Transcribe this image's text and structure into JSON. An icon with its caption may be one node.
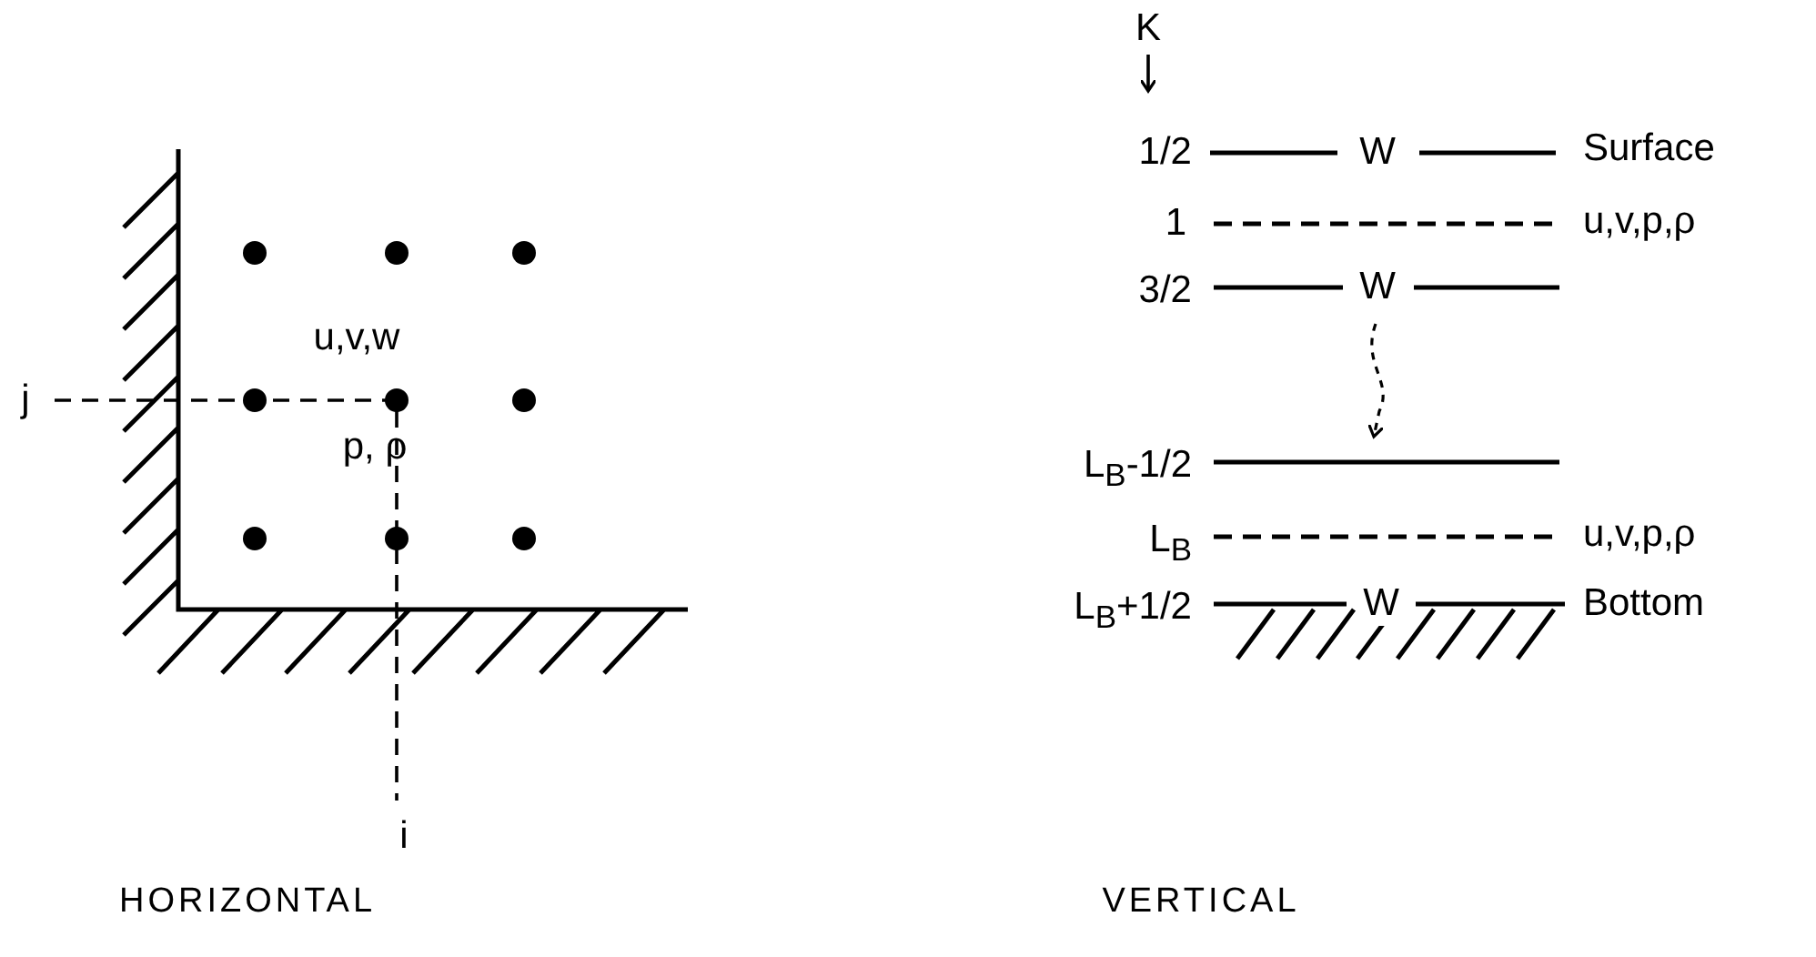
{
  "diagram": {
    "labels": [
      "j",
      "u,v,w",
      "p, ρ",
      "i",
      "K",
      "1/2",
      "W",
      "Surface",
      "1",
      "u,v,p,ρ",
      "3/2",
      "W",
      "L$_{B}$-1/2",
      "L$_{B}$",
      "u,v,p,ρ",
      "L$_{B}$+1/2",
      "W",
      "Bottom",
      "HORIZONTAL",
      "VERTICAL"
    ]
  }
}
